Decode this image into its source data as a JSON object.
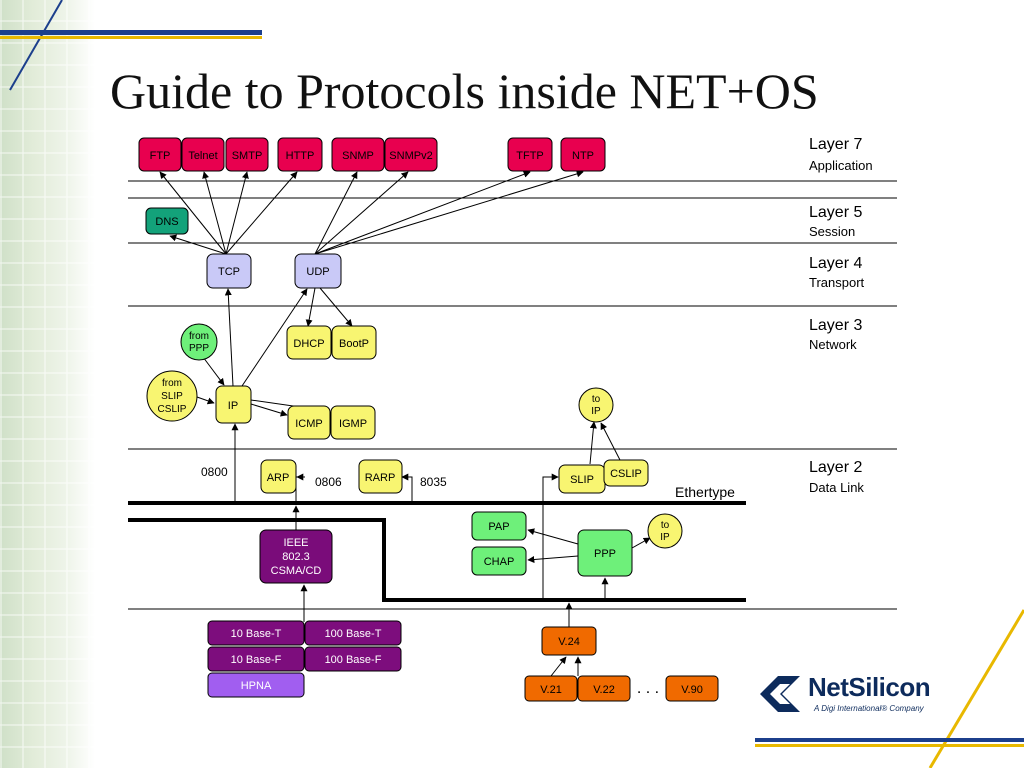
{
  "title": "Guide to Protocols inside NET+OS",
  "layers": [
    {
      "name": "Layer 7",
      "sub": "Application"
    },
    {
      "name": "Layer 5",
      "sub": "Session"
    },
    {
      "name": "Layer 4",
      "sub": "Transport"
    },
    {
      "name": "Layer 3",
      "sub": "Network"
    },
    {
      "name": "Layer 2",
      "sub": "Data Link"
    }
  ],
  "app_protocols": [
    "FTP",
    "Telnet",
    "SMTP",
    "HTTP",
    "SNMP",
    "SNMPv2",
    "TFTP",
    "NTP"
  ],
  "session": {
    "dns": "DNS"
  },
  "transport": {
    "tcp": "TCP",
    "udp": "UDP"
  },
  "network": {
    "dhcp": "DHCP",
    "bootp": "BootP",
    "ip": "IP",
    "icmp": "ICMP",
    "igmp": "IGMP"
  },
  "circles": {
    "from_ppp": [
      "from",
      "PPP"
    ],
    "from_slip": [
      "from",
      "SLIP",
      "CSLIP"
    ],
    "to_ip_slip": [
      "to",
      "IP"
    ],
    "to_ip_ppp": [
      "to",
      "IP"
    ]
  },
  "datalink": {
    "arp": "ARP",
    "rarp": "RARP",
    "slip": "SLIP",
    "cslip": "CSLIP",
    "pap": "PAP",
    "chap": "CHAP",
    "ppp": "PPP",
    "ethertype": "Ethertype"
  },
  "ethertypes": {
    "ip": "0800",
    "arp": "0806",
    "rarp": "8035"
  },
  "ieee": [
    "IEEE",
    "802.3",
    "CSMA/CD"
  ],
  "physical": {
    "base10t": "10 Base-T",
    "base100t": "100 Base-T",
    "base10f": "10 Base-F",
    "base100f": "100 Base-F",
    "hpna": "HPNA"
  },
  "modem": {
    "v24": "V.24",
    "v21": "V.21",
    "v22": "V.22",
    "ellipsis": ". . .",
    "v90": "V.90"
  },
  "logo": {
    "name": "NetSilicon",
    "tagline": "A Digi International® Company"
  },
  "colors": {
    "app": "#e8004f",
    "session": "#13a27a",
    "transport": "#c9c9f7",
    "network": "#f8f571",
    "datalink_green": "#6ef07a",
    "ieee": "#7a0c7a",
    "physical": "#7d0d7d",
    "hpna": "#a15ef0",
    "modem": "#f06a00",
    "logo_blue": "#0d2b5c",
    "rule_blue": "#1c3f8c",
    "rule_yellow": "#e8b800"
  }
}
